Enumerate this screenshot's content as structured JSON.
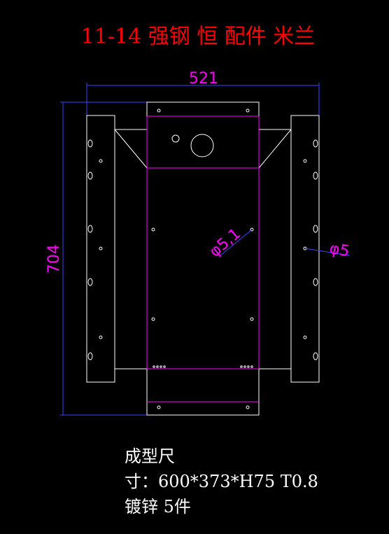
{
  "title": "11-14 强钢 恒 配件 米兰",
  "dimensions": {
    "width": "521",
    "height": "704",
    "hole_large": "φ5,1",
    "hole_small": "φ5"
  },
  "notes": {
    "line1": "成型尺",
    "line2": "寸：600*373*H75 T0.8",
    "line3": "镀锌 5件"
  },
  "colors": {
    "background": "#000000",
    "title": "#ff0000",
    "outline": "#ffffff",
    "fold_line": "#ff00ff",
    "dimension_line": "#4040ff",
    "dimension_text": "#ff00ff",
    "notes": "#ffffff"
  }
}
